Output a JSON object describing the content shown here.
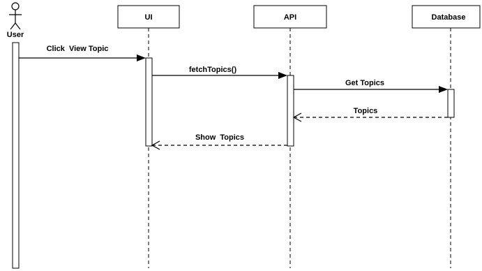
{
  "actor": {
    "label": "User",
    "icon": "stick-figure-icon"
  },
  "participants": [
    {
      "id": "ui",
      "label": "UI"
    },
    {
      "id": "api",
      "label": "API"
    },
    {
      "id": "database",
      "label": "Database"
    }
  ],
  "messages": [
    {
      "label": "Click  View Topic",
      "from": "user",
      "to": "ui",
      "type": "sync"
    },
    {
      "label": "fetchTopics()",
      "from": "ui",
      "to": "api",
      "type": "sync"
    },
    {
      "label": "Get Topics",
      "from": "api",
      "to": "database",
      "type": "sync"
    },
    {
      "label": "Topics",
      "from": "database",
      "to": "api",
      "type": "return"
    },
    {
      "label": "Show  Topics",
      "from": "api",
      "to": "ui",
      "type": "return"
    }
  ]
}
